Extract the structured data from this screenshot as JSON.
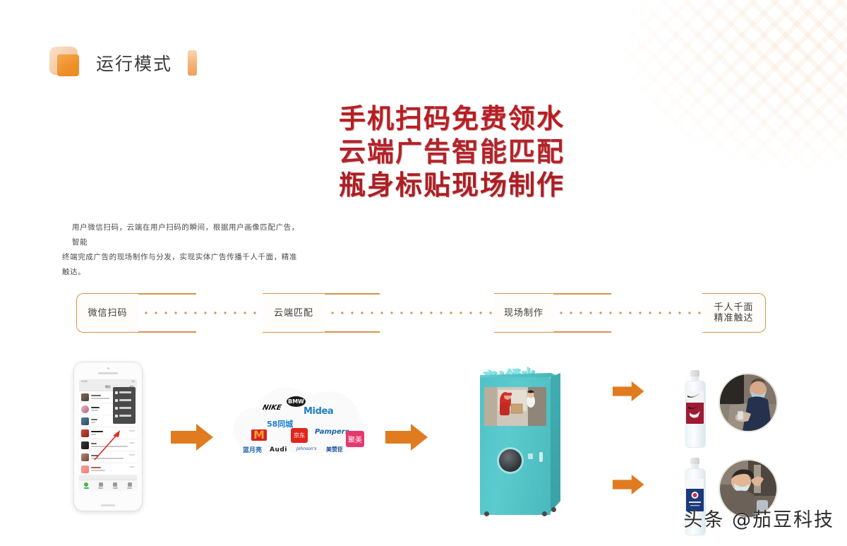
{
  "section": {
    "title": "运行模式",
    "icon": "rounded-square-icon",
    "accent": "#ef8f2a"
  },
  "headline": {
    "color": "#b61f24",
    "lines": [
      "手机扫码免费领水",
      "云端广告智能匹配",
      "瓶身标贴现场制作"
    ]
  },
  "paragraph": {
    "line1": "用户微信扫码，云端在用户扫码的瞬间，根据用户画像匹配广告，智能",
    "line2": "终端完成广告的现场制作与分发，实现实体广告传播千人千面，精准触达。"
  },
  "flow": {
    "line_color": "#d9934a",
    "steps": [
      {
        "id": "step-scan",
        "label": "微信扫码",
        "label2": ""
      },
      {
        "id": "step-cloud",
        "label": "云端匹配",
        "label2": ""
      },
      {
        "id": "step-print",
        "label": "现场制作",
        "label2": ""
      },
      {
        "id": "step-reach",
        "label": "千人千面",
        "label2": "精准触达"
      }
    ]
  },
  "phone": {
    "device": "iphone-mockup",
    "status_time": "14:03",
    "status_right": "4G",
    "nav_title": "微信",
    "menu": {
      "items": [
        "发起群聊",
        "添加朋友",
        "扫一扫",
        "收付款"
      ]
    },
    "tabs": [
      "微信",
      "通讯录",
      "发现",
      "我"
    ],
    "pointer": "red-arrow-icon"
  },
  "cloud": {
    "name": "advertiser-logo-cloud",
    "brands": [
      {
        "name": "NIKE",
        "color": "#111111"
      },
      {
        "name": "BMW",
        "color": "#1b1b1b"
      },
      {
        "name": "Midea",
        "color": "#1e7fc4"
      },
      {
        "name": "58同城",
        "color": "#1b7fd4"
      },
      {
        "name": "M",
        "color": "#d81f26"
      },
      {
        "name": "京东",
        "color": "#e1251b"
      },
      {
        "name": "Pampers",
        "color": "#1a62a8"
      },
      {
        "name": "聚美",
        "color": "#e8376f"
      },
      {
        "name": "蓝月亮",
        "color": "#1f63b4"
      },
      {
        "name": "Audi",
        "color": "#1b1b1b"
      },
      {
        "name": "Johnson's",
        "color": "#1a4f9c"
      },
      {
        "name": "美赞臣",
        "color": "#1c4f9c"
      }
    ]
  },
  "machine": {
    "name": "water-vending-machine",
    "sign_text": "来!领水",
    "sign_color": "#7fe0e4",
    "body_color": "#4fc2c6",
    "screen_content": "delivery-courier-ad"
  },
  "results": {
    "arrow_color": "#e07b20",
    "items": [
      {
        "id": "result-top",
        "bottle_label": "NIKE",
        "bottle_label_color": "#9e1b32",
        "photo": "man-with-bottle-photo"
      },
      {
        "id": "result-bottom",
        "bottle_label": "蓝月亮",
        "bottle_label_color": "#1b3a7a",
        "photo": "woman-with-bottle-photo"
      }
    ]
  },
  "watermark": {
    "text": "头条 @茄豆科技"
  }
}
